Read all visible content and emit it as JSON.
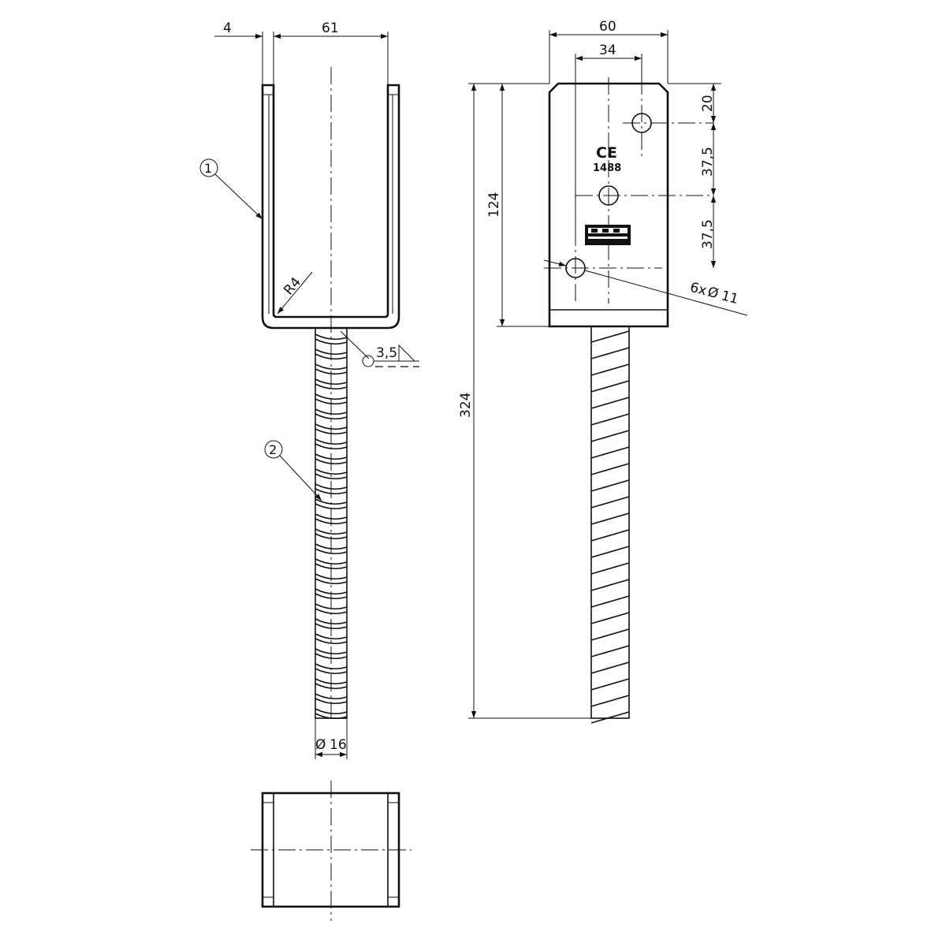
{
  "dimensions": {
    "flange_thickness": "4",
    "inner_width": "61",
    "plate_width": "60",
    "hole_spacing_x": "34",
    "bend_radius": "R4",
    "weld": "3,5",
    "bar_diameter": "16",
    "hole_edge_offset": "20",
    "hole_pitch_1": "37,5",
    "hole_pitch_2": "37,5",
    "holes": "6x",
    "hole_diameter": "11",
    "cup_height": "124",
    "total_height": "324"
  },
  "part_labels": [
    "1",
    "2"
  ],
  "marking": {
    "ce": "CE",
    "number": "1488"
  },
  "symbols": {
    "diameter": "Ø"
  }
}
